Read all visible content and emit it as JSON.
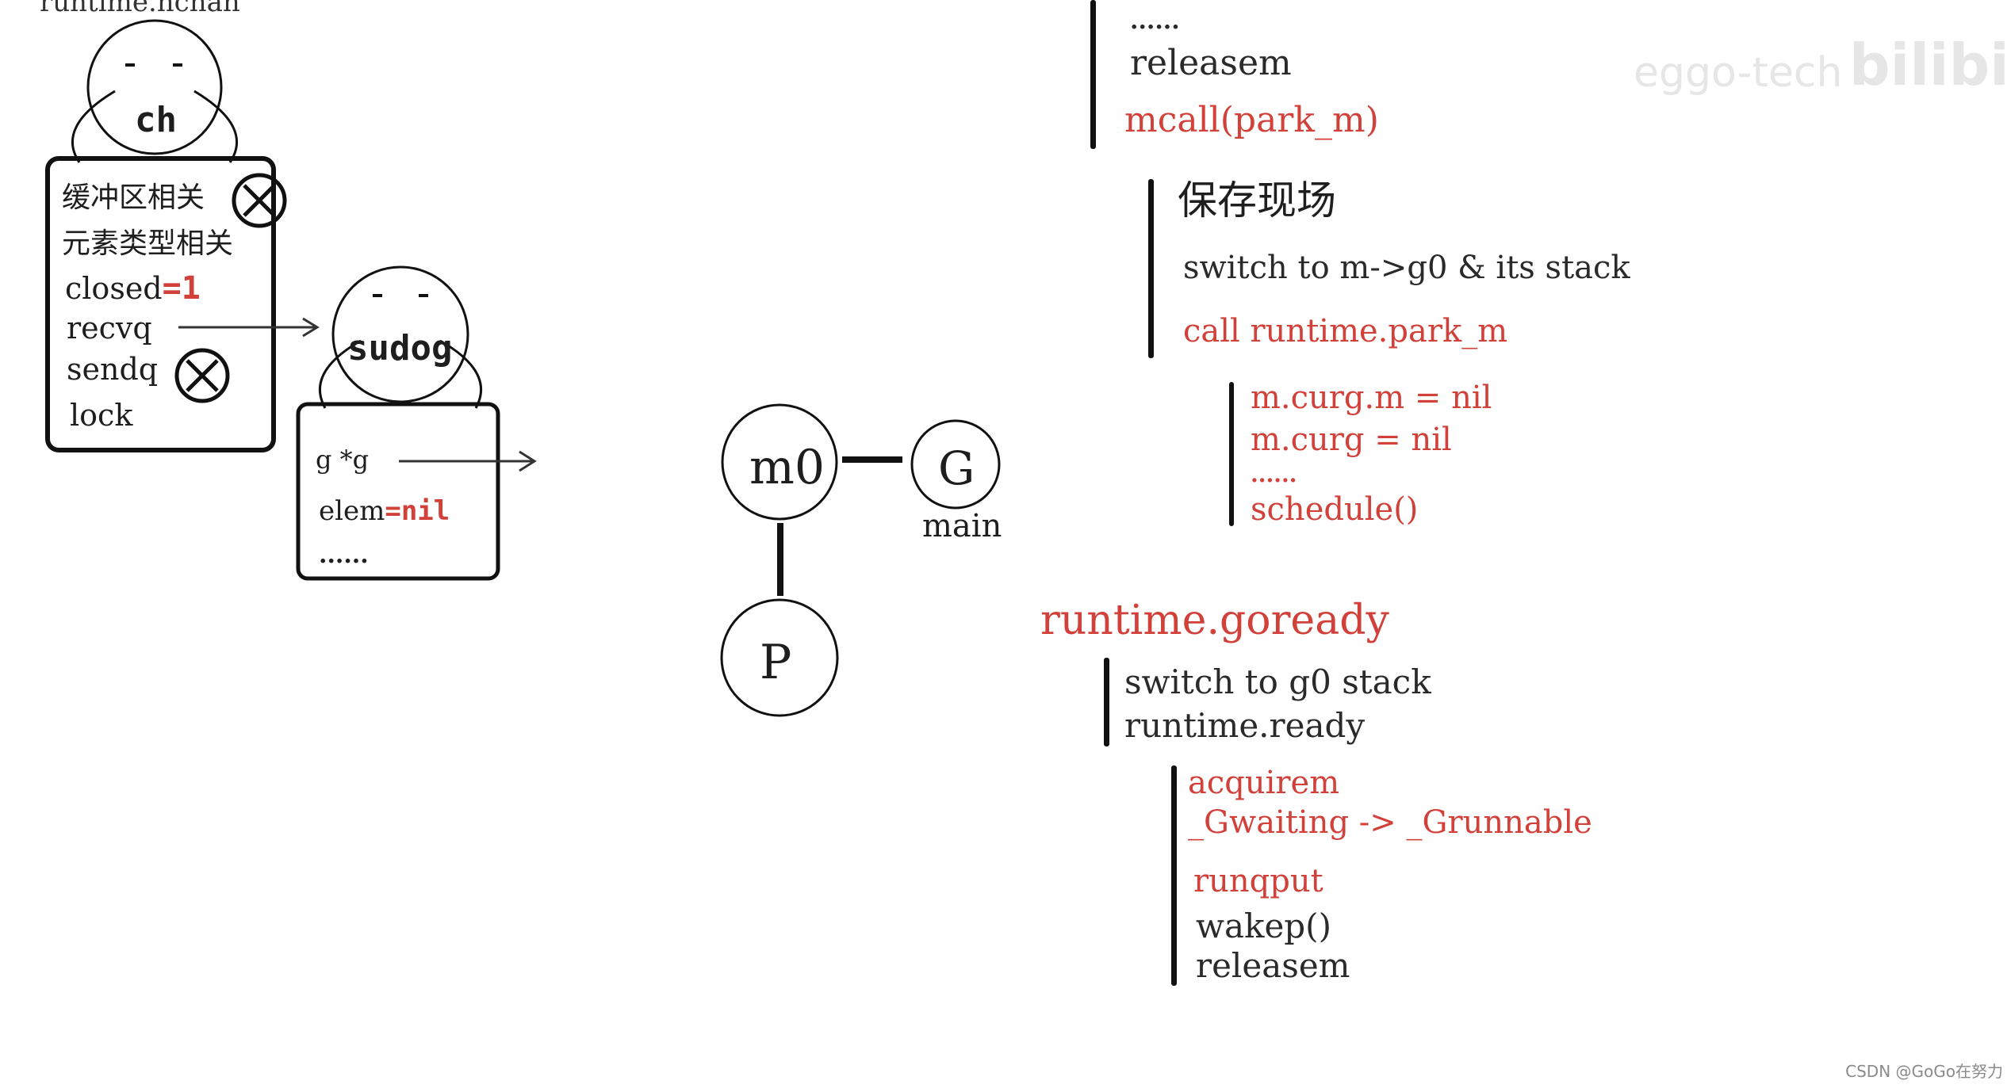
{
  "header_clip": "runtime.hchan",
  "ch": {
    "label": "ch",
    "fields": {
      "buffer": "缓冲区相关",
      "elemtype": "元素类型相关",
      "closed": "closed",
      "closed_value": "=1",
      "recvq": "recvq",
      "sendq": "sendq",
      "lock": "lock"
    }
  },
  "sudog": {
    "label": "sudog",
    "fields": {
      "g": "g *g",
      "elem": "elem",
      "elem_value": "=nil",
      "more": "......"
    }
  },
  "gmp": {
    "m": "m0",
    "g": "G",
    "g_caption": "main",
    "p": "P"
  },
  "code": {
    "top_ellipsis": "......",
    "releasem": "releasem",
    "mcall": "mcall(park_m)",
    "save_title": "保存现场",
    "switch_g0": "switch to m->g0 & its stack",
    "call_park": "call runtime.park_m",
    "curg_m": "m.curg.m = nil",
    "curg": "m.curg = nil",
    "mid_ellipsis": "......",
    "schedule": "schedule()",
    "goready": "runtime.goready",
    "switch_stack": "switch to g0 stack",
    "ready": "runtime.ready",
    "acquirem": "acquirem",
    "transition": "_Gwaiting -> _Grunnable",
    "runqput": "runqput",
    "wakep": "wakep()",
    "releasem2": "releasem"
  },
  "watermark": {
    "brand": "eggo-tech",
    "site": "bilibili"
  },
  "credit": "CSDN @GoGo在努力"
}
